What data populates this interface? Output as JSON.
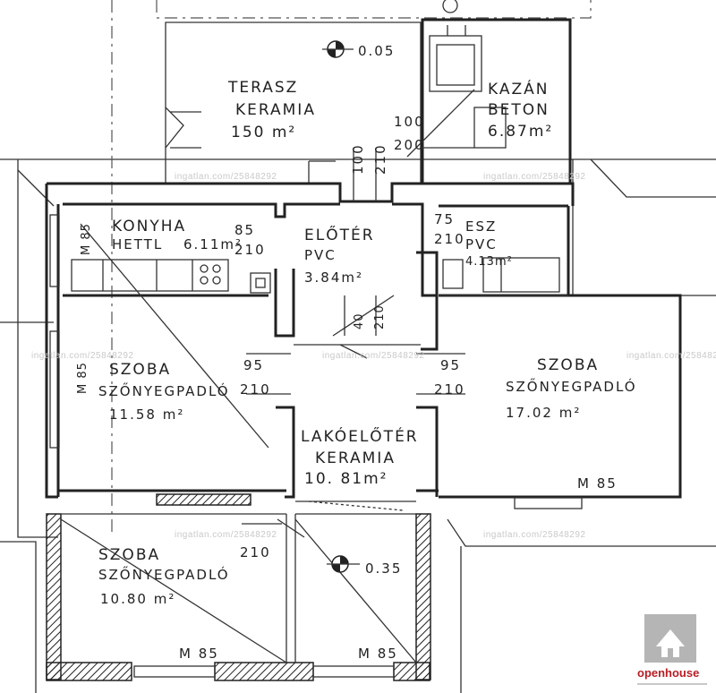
{
  "rooms": {
    "terasz": {
      "name": "TERASZ",
      "material": "KERAMIA",
      "area": "150 m²"
    },
    "kazan": {
      "name": "KAZÁN",
      "material": "BETON",
      "area": "6.87m²"
    },
    "konyha": {
      "name": "KONYHA",
      "material": "HETTL",
      "area": "6.11m²"
    },
    "eloter": {
      "name": "ELŐTÉR",
      "material": "PVC",
      "area": "3.84m²"
    },
    "esz": {
      "name": "ESZ",
      "material": "PVC",
      "area": "4.13m²"
    },
    "szoba1": {
      "name": "SZOBA",
      "material": "SZŐNYEGPADLÓ",
      "area": "11.58 m²"
    },
    "szoba2": {
      "name": "SZOBA",
      "material": "SZŐNYEGPADLÓ",
      "area": "17.02 m²"
    },
    "lakoeloter": {
      "name": "LAKÓELŐTÉR",
      "material": "KERAMIA",
      "area": "10. 81m²"
    },
    "szoba3": {
      "name": "SZOBA",
      "material": "SZŐNYEGPADLÓ",
      "area": "10.80 m²"
    }
  },
  "dimensions": {
    "d1": "100",
    "d2": "200",
    "d3": "100",
    "d4": "210",
    "d5": "85",
    "d6": "210",
    "d7": "75",
    "d8": "210",
    "d9": "M 85",
    "d10": "M 85",
    "d11": "40",
    "d12": "210",
    "d13": "95",
    "d14": "210",
    "d15": "95",
    "d16": "210",
    "d17": "M 85",
    "d18": "210",
    "d19": "M 85",
    "d20": "M 85"
  },
  "levels": {
    "upper": "0.05",
    "lower": "0.35"
  },
  "watermark": "ingatlan.com/25848292",
  "logo": {
    "brand": "openhouse"
  }
}
